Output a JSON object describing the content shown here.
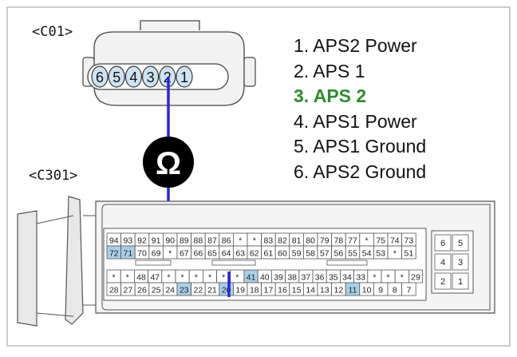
{
  "c01": {
    "label": "<C01>",
    "pins": [
      "6",
      "5",
      "4",
      "3",
      "2",
      "1"
    ]
  },
  "c301": {
    "label": "<C301>",
    "upper_row1": [
      "94",
      "93",
      "92",
      "91",
      "90",
      "89",
      "88",
      "87",
      "86",
      "*",
      "*",
      "83",
      "82",
      "81",
      "80",
      "79",
      "78",
      "77",
      "*",
      "75",
      "74",
      "73"
    ],
    "upper_row2": [
      "72",
      "71",
      "70",
      "69",
      "*",
      "67",
      "66",
      "65",
      "64",
      "63",
      "62",
      "61",
      "60",
      "59",
      "58",
      "57",
      "56",
      "55",
      "54",
      "53",
      "*",
      "51"
    ],
    "lower_row1": [
      "*",
      "*",
      "48",
      "47",
      "*",
      "*",
      "*",
      "*",
      "*",
      "*",
      "41",
      "40",
      "39",
      "38",
      "37",
      "36",
      "35",
      "34",
      "33",
      "*",
      "*",
      "*",
      "29"
    ],
    "lower_row2": [
      "28",
      "27",
      "26",
      "25",
      "24",
      "23",
      "22",
      "21",
      "20",
      "19",
      "18",
      "17",
      "16",
      "15",
      "14",
      "13",
      "12",
      "11",
      "10",
      "9",
      "8",
      "7"
    ],
    "highlighted": [
      "72",
      "71",
      "23",
      "41",
      "20",
      "11"
    ],
    "aux_pins": [
      [
        "6",
        "5"
      ],
      [
        "4",
        "3"
      ],
      [
        "2",
        "1"
      ]
    ]
  },
  "meter_symbol": "Ω",
  "legend": [
    {
      "text": "1. APS2 Power",
      "highlight": false
    },
    {
      "text": "2. APS 1",
      "highlight": false
    },
    {
      "text": "3. APS 2",
      "highlight": true
    },
    {
      "text": "4. APS1 Power",
      "highlight": false
    },
    {
      "text": "5. APS1 Ground",
      "highlight": false
    },
    {
      "text": "6. APS2 Ground",
      "highlight": false
    }
  ],
  "colors": {
    "wire": "#2828d8",
    "pin_fill": "#cfe4f2",
    "highlight_pin": "#a9cfe8",
    "legend_highlight": "#2e8b2e",
    "connector_body": "#f2f2f2",
    "meter": "#000000"
  }
}
